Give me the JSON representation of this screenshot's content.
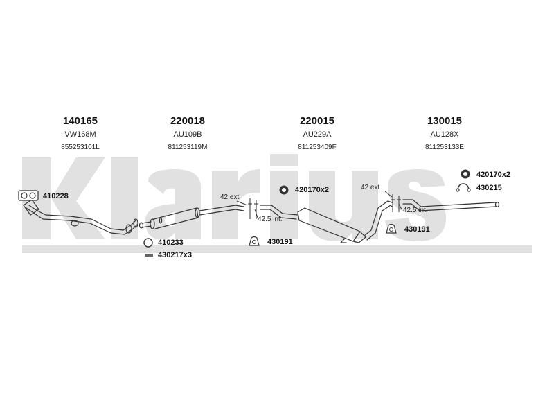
{
  "watermark": {
    "brand": "Klarius"
  },
  "sections": [
    {
      "part_number": "140165",
      "code": "VW168M",
      "oem": "855253101L"
    },
    {
      "part_number": "220018",
      "code": "AU109B",
      "oem": "811253119M"
    },
    {
      "part_number": "220015",
      "code": "AU229A",
      "oem": "811253409F"
    },
    {
      "part_number": "130015",
      "code": "AU128X",
      "oem": "811253133E"
    }
  ],
  "accessories": {
    "gasket": "410228",
    "ring": "410233",
    "clamp_set": "430217x3",
    "rubber_mount_left": "430191",
    "clamp_pair_mid": "420170x2",
    "rubber_mount_right": "430191",
    "clamp_pair_right": "420170x2",
    "hanger": "430215"
  },
  "joints": {
    "mid_ext": "42 ext.",
    "mid_int": "42.5 int.",
    "rear_ext": "42 ext.",
    "rear_int": "42.5 int."
  }
}
